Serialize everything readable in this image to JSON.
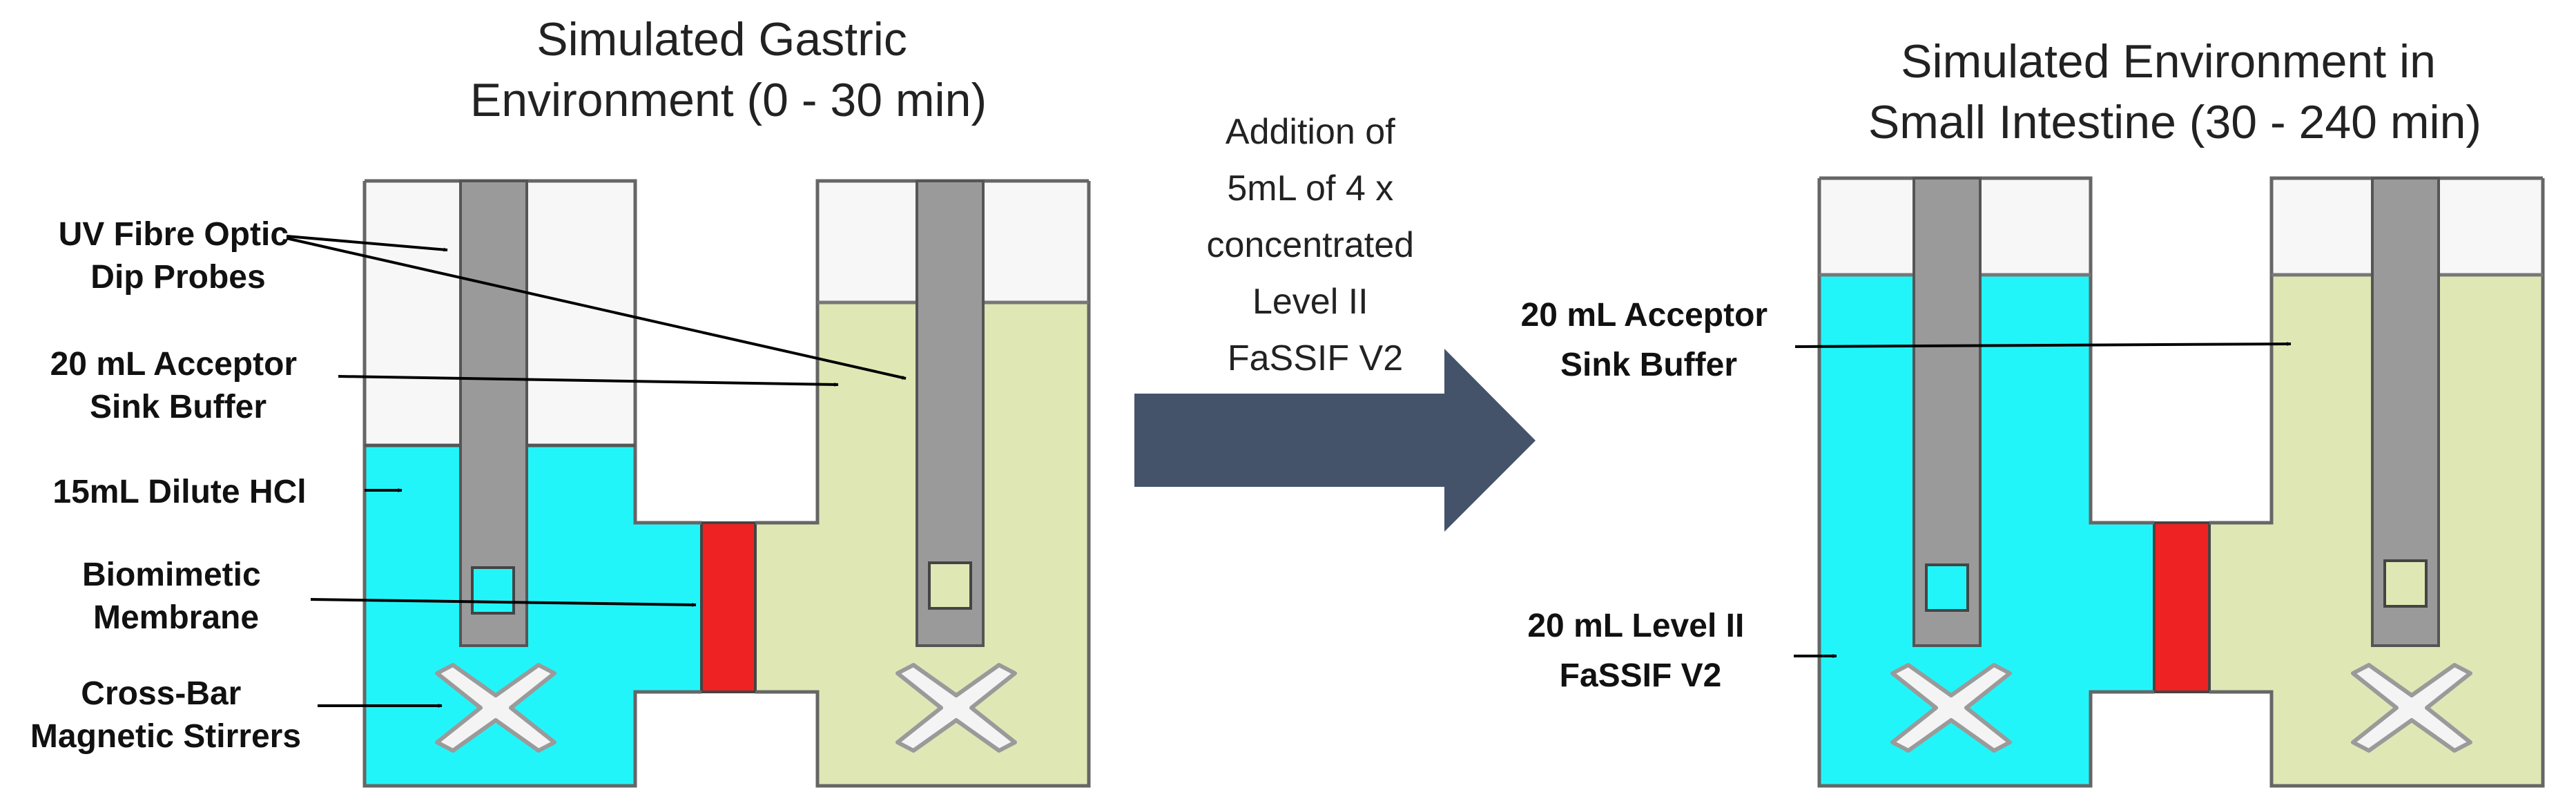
{
  "titles": {
    "left": [
      "Simulated Gastric",
      "Environment (0 - 30 min)"
    ],
    "right": [
      "Simulated Environment in",
      "Small Intestine (30 - 240 min)"
    ]
  },
  "transition": {
    "lines": [
      "Addition of",
      "5mL of 4 x",
      "concentrated",
      "Level II",
      "FaSSIF V2"
    ]
  },
  "left_labels": {
    "probes": [
      "UV Fibre Optic",
      "Dip Probes"
    ],
    "acceptor": [
      "20 mL Acceptor",
      "Sink Buffer"
    ],
    "hcl": [
      "15mL Dilute HCl"
    ],
    "membrane": [
      "Biomimetic",
      "Membrane"
    ],
    "stirrers": [
      "Cross-Bar",
      "Magnetic Stirrers"
    ]
  },
  "right_labels": {
    "acceptor": [
      "20 mL Acceptor",
      "Sink Buffer"
    ],
    "fassif": [
      "20 mL Level II",
      "FaSSIF V2"
    ]
  },
  "colors": {
    "donor_fluid": "#22f5fa",
    "acceptor_fluid": "#dfe8b5",
    "membrane": "#ee2222",
    "probe": "#9a9a9a",
    "arrow": "#44536a",
    "headspace": "#f7f7f7"
  }
}
